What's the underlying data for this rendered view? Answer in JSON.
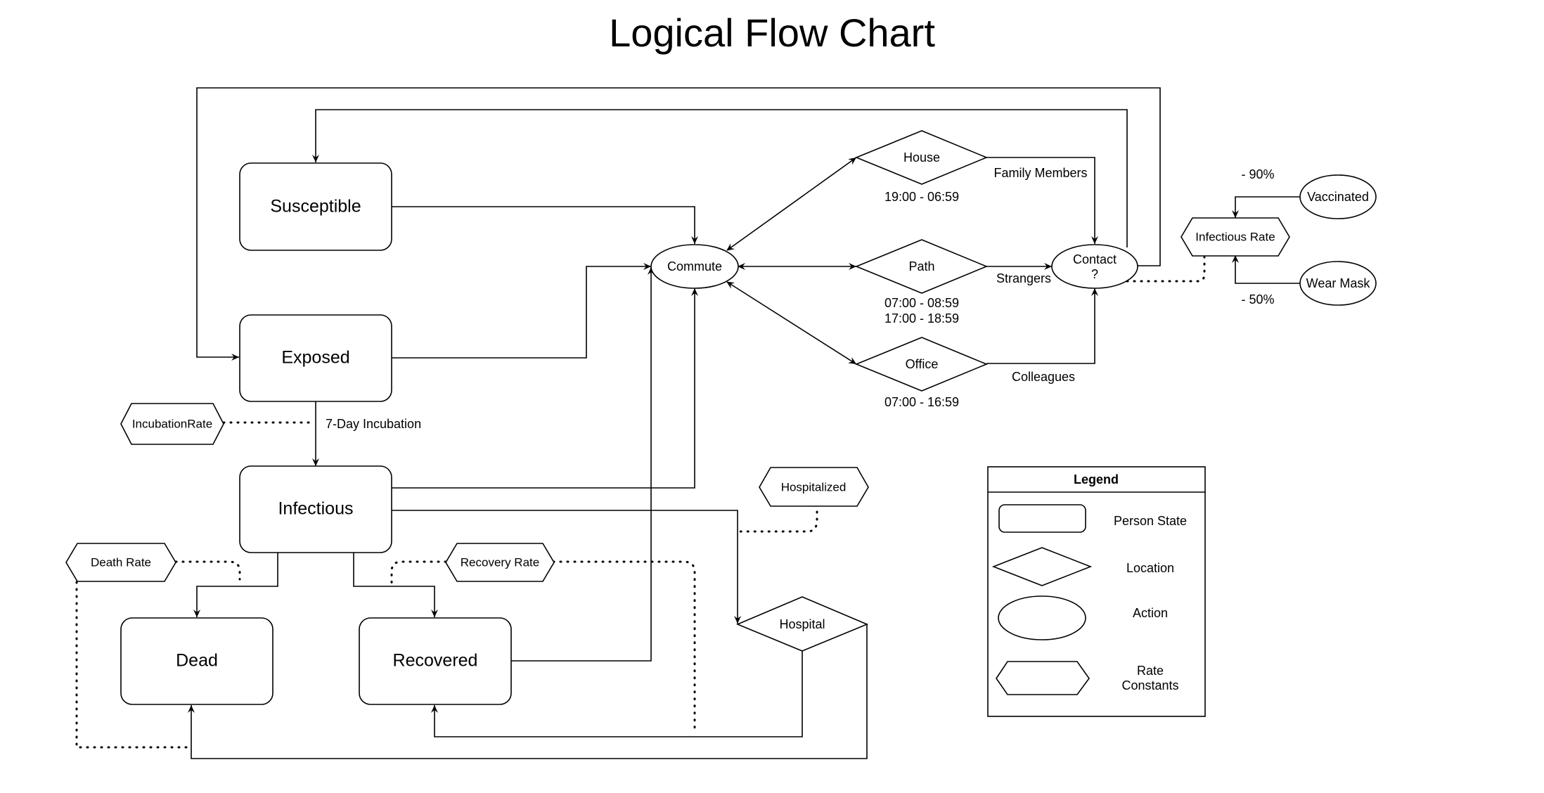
{
  "title": "Logical Flow Chart",
  "states": {
    "susceptible": "Susceptible",
    "exposed": "Exposed",
    "infectious": "Infectious",
    "dead": "Dead",
    "recovered": "Recovered"
  },
  "actions": {
    "commute": "Commute",
    "contact_line1": "Contact",
    "contact_line2": "?",
    "vaccinated": "Vaccinated",
    "wear_mask": "Wear Mask"
  },
  "locations": {
    "house": "House",
    "path": "Path",
    "office": "Office",
    "hospital": "Hospital"
  },
  "rates": {
    "incubation": "IncubationRate",
    "death": "Death Rate",
    "recovery": "Recovery Rate",
    "hospitalized": "Hospitalized",
    "infectious": "Infectious Rate"
  },
  "labels": {
    "house_time": "19:00 - 06:59",
    "path_time_1": "07:00 - 08:59",
    "path_time_2": "17:00 - 18:59",
    "office_time": "07:00 - 16:59",
    "family_members": "Family Members",
    "strangers": "Strangers",
    "colleagues": "Colleagues",
    "incubation_period": "7-Day Incubation",
    "vaccine_effect": "- 90%",
    "mask_effect": "- 50%"
  },
  "legend": {
    "title": "Legend",
    "person_state": "Person State",
    "location": "Location",
    "action": "Action",
    "rate_line1": "Rate",
    "rate_line2": "Constants"
  }
}
